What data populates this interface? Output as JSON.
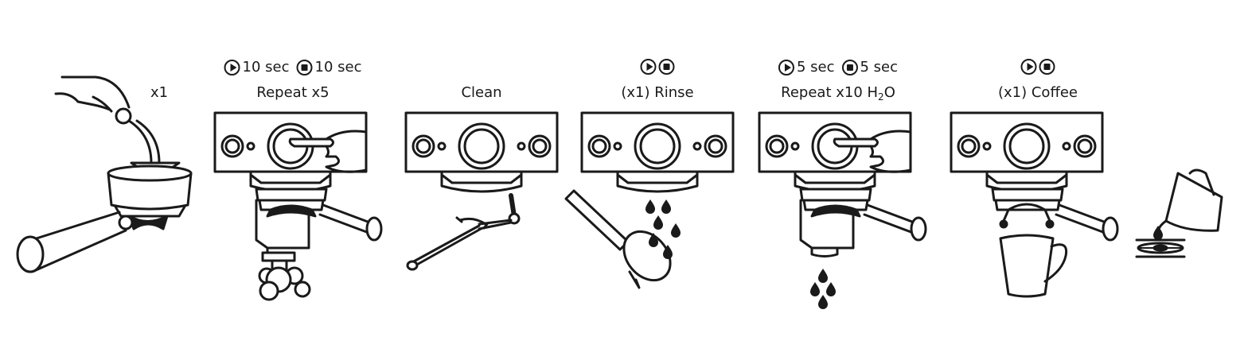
{
  "diagram": {
    "title": "Espresso machine cleaning steps",
    "line_color": "#1a1a1a",
    "steps": [
      {
        "id": 1,
        "label": "x1",
        "controls": []
      },
      {
        "id": 2,
        "controls": [
          {
            "icon": "play-icon",
            "text": "10 sec"
          },
          {
            "icon": "stop-icon",
            "text": "10 sec"
          }
        ],
        "label": "Repeat x5"
      },
      {
        "id": 3,
        "controls": [],
        "label": "Clean"
      },
      {
        "id": 4,
        "controls": [
          {
            "icon": "play-icon",
            "text": ""
          },
          {
            "icon": "stop-icon",
            "text": ""
          }
        ],
        "label": "(x1) Rinse"
      },
      {
        "id": 5,
        "controls": [
          {
            "icon": "play-icon",
            "text": "5 sec"
          },
          {
            "icon": "stop-icon",
            "text": "5 sec"
          }
        ],
        "label_main": "Repeat x10 H",
        "label_sub": "2",
        "label_end": "O"
      },
      {
        "id": 6,
        "controls": [
          {
            "icon": "play-icon",
            "text": ""
          },
          {
            "icon": "stop-icon",
            "text": ""
          }
        ],
        "label": "(x1) Coffee"
      },
      {
        "id": 7,
        "controls": [],
        "label": ""
      }
    ]
  }
}
